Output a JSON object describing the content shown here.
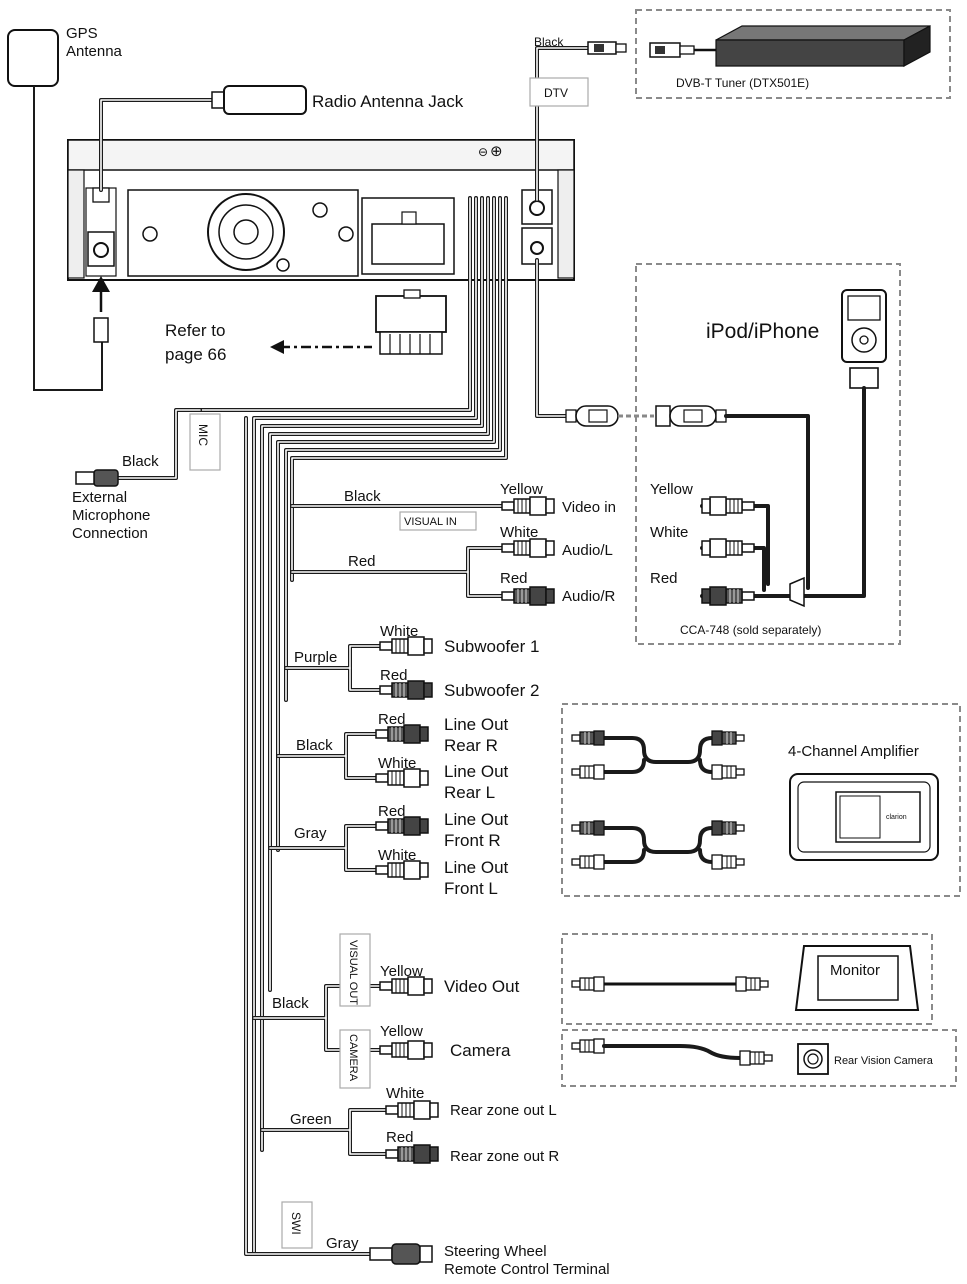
{
  "antenna": {
    "gps": [
      "GPS",
      "Antenna"
    ],
    "radio_jack": "Radio Antenna Jack"
  },
  "dtv": {
    "cable_color": "Black",
    "tag": "DTV",
    "tuner": "DVB-T Tuner (DTX501E)"
  },
  "refer": [
    "Refer to",
    "page 66"
  ],
  "mic": {
    "tag": "MIC",
    "wire": "Black",
    "label": [
      "External",
      "Microphone",
      "Connection"
    ]
  },
  "visual_in": {
    "tag": "VISUAL IN",
    "wire_black": "Black",
    "wire_red": "Red",
    "plugs": [
      {
        "color": "Yellow",
        "label": "Video in"
      },
      {
        "color": "White",
        "label": "Audio/L"
      },
      {
        "color": "Red",
        "label": "Audio/R"
      }
    ]
  },
  "ipod": {
    "title": "iPod/iPhone",
    "cable": "CCA-748 (sold separately)",
    "plugs": [
      "Yellow",
      "White",
      "Red"
    ]
  },
  "subwoofer": {
    "wire": "Purple",
    "plugs": [
      {
        "color": "White",
        "label": "Subwoofer 1"
      },
      {
        "color": "Red",
        "label": "Subwoofer 2"
      }
    ]
  },
  "rear_out": {
    "wire": "Black",
    "plugs": [
      {
        "color": "Red",
        "label": [
          "Line Out",
          "Rear R"
        ]
      },
      {
        "color": "White",
        "label": [
          "Line Out",
          "Rear L"
        ]
      }
    ]
  },
  "front_out": {
    "wire": "Gray",
    "plugs": [
      {
        "color": "Red",
        "label": [
          "Line Out",
          "Front R"
        ]
      },
      {
        "color": "White",
        "label": [
          "Line Out",
          "Front L"
        ]
      }
    ]
  },
  "amplifier": {
    "title": "4-Channel Amplifier",
    "brand": "clarion"
  },
  "visual_out": {
    "tag": "VISUAL OUT",
    "wire": "Black",
    "plug_color": "Yellow",
    "label": "Video Out",
    "monitor": "Monitor"
  },
  "camera": {
    "tag": "CAMERA",
    "plug_color": "Yellow",
    "label": "Camera",
    "device": "Rear Vision Camera"
  },
  "rear_zone": {
    "wire": "Green",
    "plugs": [
      {
        "color": "White",
        "label": "Rear zone out L"
      },
      {
        "color": "Red",
        "label": "Rear zone out R"
      }
    ]
  },
  "swi": {
    "tag": "SWI",
    "wire": "Gray",
    "label": [
      "Steering Wheel",
      "Remote Control Terminal"
    ]
  },
  "colors": {
    "wire": "#1a1a1a",
    "plug_red": "#3a3a3a",
    "plug_white": "#ffffff",
    "dash_border": "#8a8a8a"
  }
}
